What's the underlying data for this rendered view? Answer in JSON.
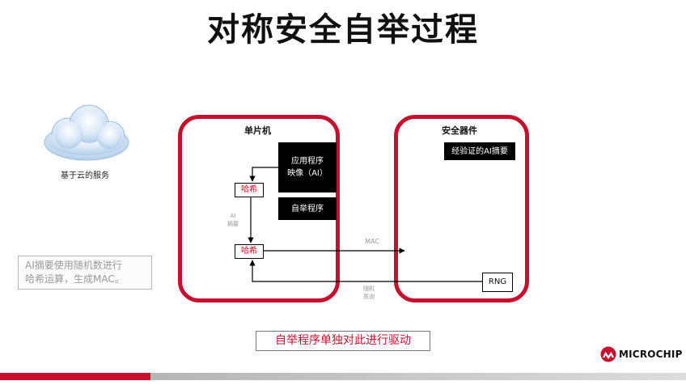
{
  "slide": {
    "title": "对称安全自举过程",
    "cloud_label": "基于云的服务",
    "note_lines": [
      "AI摘要使用随机数进行",
      "哈希运算，生成MAC。"
    ],
    "caption": "自举程序单独对此进行驱动"
  },
  "mcu": {
    "title": "单片机",
    "app_image_line1": "应用程序",
    "app_image_line2": "映像（AI）",
    "bootloader": "自举程序",
    "hash_top": "哈希",
    "hash_bottom": "哈希",
    "ai_label_line1": "AI",
    "ai_label_line2": "摘要"
  },
  "secure_element": {
    "title": "安全器件",
    "verified_digest": "经验证的AI摘要",
    "rng": "RNG"
  },
  "flow": {
    "mac_label": "MAC",
    "random_label_line1": "随机",
    "random_label_line2": "质询"
  },
  "brand": {
    "logo_text": "MICROCHIP"
  },
  "colors": {
    "accent_red": "#c8102e",
    "hash_red": "#d0021b"
  }
}
